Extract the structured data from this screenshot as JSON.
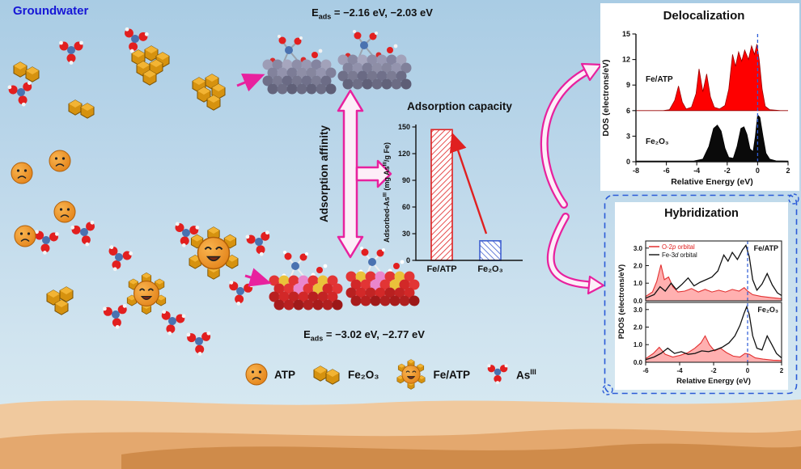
{
  "scene": {
    "groundwater_label": "Groundwater",
    "adsorption_affinity_label": "Adsorption affinity",
    "eads_top": {
      "base": "E",
      "sub": "ads",
      "rest": " = −2.16 eV,  −2.03 eV"
    },
    "eads_bottom": {
      "base": "E",
      "sub": "ads",
      "rest": " = −3.02 eV,  −2.77 eV"
    }
  },
  "legend": {
    "atp": "ATP",
    "fe2o3": "Fe₂O₃",
    "featp": "Fe/ATP",
    "as_base": "As",
    "as_sup": "III"
  },
  "icons": {
    "atp": "sad-face-orange-sphere",
    "featp": "happy-face-sphere-with-hexagons",
    "fe2o3": "gold-hexagonal-crystal",
    "as": "arsenite-ball-and-stick-molecule",
    "link_arrows": "magenta-outline-curved-arrows"
  },
  "colors": {
    "magenta_accent": "#e8219e",
    "bar_red": "#e02020",
    "bar_blue": "#4060d0",
    "dos_red": "#fe0000",
    "dos_black": "#0a0a0a",
    "dashed_blue": "#2b5bd7",
    "groundwater_text": "#1616d6",
    "sand": "#f0c99e"
  },
  "chart_data": [
    {
      "id": "adsorption_capacity",
      "type": "bar",
      "title": "Adsorption capacity",
      "categories": [
        "Fe/ATP",
        "Fe₂O₃"
      ],
      "values": [
        147,
        22
      ],
      "ylim": [
        0,
        150
      ],
      "yticks": [
        "0",
        "30",
        "60",
        "90",
        "120",
        "150"
      ],
      "ylabel_parts": {
        "p1": "Adsorbed-As",
        "sup1": "III",
        "p2": " (mg As",
        "sup2": "III",
        "p3": "/g Fe)"
      },
      "bar_colors": [
        "#e02020",
        "#4060d0"
      ],
      "grid": false,
      "annotation": "red arrow from Fe2O3 bar up to Fe/ATP bar"
    },
    {
      "id": "dos",
      "type": "area",
      "title": "Delocalization",
      "xlabel": "Relative Energy (eV)",
      "ylabel": "DOS (electrons/eV)",
      "xlim": [
        -8,
        2
      ],
      "ylim": [
        0,
        15
      ],
      "xticks": [
        "-8",
        "-6",
        "-4",
        "-2",
        "0",
        "2"
      ],
      "yticks": [
        "0",
        "3",
        "6",
        "9",
        "12",
        "15"
      ],
      "fermi_x": 0,
      "series": [
        {
          "name": "Fe/ATP",
          "color": "#fe0000",
          "baseline": 6,
          "points": [
            [
              -8,
              6.0
            ],
            [
              -6.2,
              6.0
            ],
            [
              -5.8,
              6.1
            ],
            [
              -5.45,
              7.2
            ],
            [
              -5.2,
              8.9
            ],
            [
              -4.95,
              7.0
            ],
            [
              -4.7,
              6.2
            ],
            [
              -4.35,
              6.4
            ],
            [
              -4.05,
              8.0
            ],
            [
              -3.85,
              10.9
            ],
            [
              -3.6,
              8.2
            ],
            [
              -3.35,
              10.3
            ],
            [
              -3.1,
              7.6
            ],
            [
              -2.85,
              6.4
            ],
            [
              -2.5,
              6.2
            ],
            [
              -2.15,
              6.6
            ],
            [
              -1.9,
              8.5
            ],
            [
              -1.65,
              12.6
            ],
            [
              -1.45,
              11.2
            ],
            [
              -1.25,
              12.9
            ],
            [
              -1.05,
              11.8
            ],
            [
              -0.85,
              13.1
            ],
            [
              -0.6,
              12.0
            ],
            [
              -0.4,
              13.6
            ],
            [
              -0.2,
              12.6
            ],
            [
              -0.05,
              13.8
            ],
            [
              0.1,
              12.0
            ],
            [
              0.3,
              8.5
            ],
            [
              0.5,
              6.5
            ],
            [
              0.8,
              6.1
            ],
            [
              1.5,
              6.0
            ],
            [
              2,
              6.0
            ]
          ]
        },
        {
          "name": "Fe₂O₃",
          "color": "#0a0a0a",
          "baseline": 0,
          "points": [
            [
              -8,
              0.08
            ],
            [
              -4.2,
              0.08
            ],
            [
              -3.6,
              0.3
            ],
            [
              -3.2,
              1.8
            ],
            [
              -2.9,
              3.9
            ],
            [
              -2.65,
              4.3
            ],
            [
              -2.4,
              3.6
            ],
            [
              -2.15,
              1.6
            ],
            [
              -1.9,
              0.5
            ],
            [
              -1.6,
              0.4
            ],
            [
              -1.35,
              1.8
            ],
            [
              -1.1,
              3.9
            ],
            [
              -0.9,
              4.1
            ],
            [
              -0.7,
              3.2
            ],
            [
              -0.5,
              1.5
            ],
            [
              -0.3,
              1.2
            ],
            [
              -0.15,
              3.0
            ],
            [
              0,
              5.5
            ],
            [
              0.15,
              5.2
            ],
            [
              0.35,
              3.0
            ],
            [
              0.55,
              1.0
            ],
            [
              0.8,
              0.3
            ],
            [
              1.2,
              0.1
            ],
            [
              2,
              0.08
            ]
          ]
        }
      ]
    },
    {
      "id": "pdos",
      "type": "area",
      "title": "Hybridization",
      "xlabel": "Relative Energy (eV)",
      "ylabel": "PDOS (electrons/eV)",
      "xlim": [
        -6,
        2
      ],
      "ylim": [
        0,
        3.4
      ],
      "xticks": [
        "-6",
        "-4",
        "-2",
        "0",
        "2"
      ],
      "yticks": [
        "0.0",
        "1.0",
        "2.0",
        "3.0"
      ],
      "fermi_x": 0,
      "legend": {
        "o2p": {
          "pre": "O-2",
          "it": "p",
          "post": " orbital"
        },
        "fe3d": {
          "pre": "Fe-3",
          "it": "d",
          "post": " orbital"
        }
      },
      "panels": [
        {
          "label": "Fe/ATP",
          "series": [
            {
              "name": "O-2p orbital",
              "color": "#e02020",
              "fill": true,
              "points": [
                [
                  -6,
                  0.25
                ],
                [
                  -5.6,
                  0.5
                ],
                [
                  -5.35,
                  1.1
                ],
                [
                  -5.1,
                  2.05
                ],
                [
                  -4.9,
                  1.2
                ],
                [
                  -4.65,
                  1.35
                ],
                [
                  -4.4,
                  0.8
                ],
                [
                  -4.1,
                  0.5
                ],
                [
                  -3.7,
                  0.55
                ],
                [
                  -3.3,
                  0.7
                ],
                [
                  -2.9,
                  0.5
                ],
                [
                  -2.5,
                  0.65
                ],
                [
                  -2.1,
                  0.5
                ],
                [
                  -1.7,
                  0.6
                ],
                [
                  -1.3,
                  0.5
                ],
                [
                  -0.9,
                  0.65
                ],
                [
                  -0.5,
                  0.55
                ],
                [
                  -0.2,
                  0.75
                ],
                [
                  0,
                  0.55
                ],
                [
                  0.3,
                  0.35
                ],
                [
                  0.8,
                  0.25
                ],
                [
                  1.4,
                  0.18
                ],
                [
                  2,
                  0.12
                ]
              ]
            },
            {
              "name": "Fe-3d orbital",
              "color": "#111111",
              "fill": false,
              "points": [
                [
                  -6,
                  0.15
                ],
                [
                  -5.5,
                  0.35
                ],
                [
                  -5.15,
                  0.8
                ],
                [
                  -4.85,
                  0.55
                ],
                [
                  -4.5,
                  1.0
                ],
                [
                  -4.2,
                  0.65
                ],
                [
                  -3.85,
                  0.95
                ],
                [
                  -3.5,
                  1.3
                ],
                [
                  -3.15,
                  0.85
                ],
                [
                  -2.8,
                  1.05
                ],
                [
                  -2.45,
                  1.2
                ],
                [
                  -2.1,
                  1.35
                ],
                [
                  -1.75,
                  1.7
                ],
                [
                  -1.4,
                  2.6
                ],
                [
                  -1.15,
                  2.25
                ],
                [
                  -0.9,
                  2.75
                ],
                [
                  -0.6,
                  2.35
                ],
                [
                  -0.3,
                  2.9
                ],
                [
                  -0.1,
                  3.15
                ],
                [
                  0.1,
                  2.5
                ],
                [
                  0.3,
                  1.2
                ],
                [
                  0.55,
                  0.6
                ],
                [
                  0.85,
                  0.95
                ],
                [
                  1.15,
                  1.55
                ],
                [
                  1.45,
                  0.9
                ],
                [
                  1.75,
                  0.45
                ],
                [
                  2,
                  0.3
                ]
              ]
            }
          ]
        },
        {
          "label": "Fe₂O₃",
          "series": [
            {
              "name": "O-2p orbital",
              "color": "#e02020",
              "fill": true,
              "points": [
                [
                  -6,
                  0.2
                ],
                [
                  -5.55,
                  0.5
                ],
                [
                  -5.2,
                  0.85
                ],
                [
                  -4.85,
                  0.45
                ],
                [
                  -4.4,
                  0.3
                ],
                [
                  -3.95,
                  0.4
                ],
                [
                  -3.5,
                  0.55
                ],
                [
                  -3.1,
                  0.8
                ],
                [
                  -2.75,
                  1.1
                ],
                [
                  -2.5,
                  1.5
                ],
                [
                  -2.25,
                  1.0
                ],
                [
                  -1.95,
                  0.65
                ],
                [
                  -1.6,
                  0.8
                ],
                [
                  -1.25,
                  0.55
                ],
                [
                  -0.85,
                  0.35
                ],
                [
                  -0.45,
                  0.3
                ],
                [
                  -0.15,
                  0.5
                ],
                [
                  0.1,
                  0.45
                ],
                [
                  0.45,
                  0.25
                ],
                [
                  0.9,
                  0.18
                ],
                [
                  1.5,
                  0.12
                ],
                [
                  2,
                  0.1
                ]
              ]
            },
            {
              "name": "Fe-3d orbital",
              "color": "#111111",
              "fill": false,
              "points": [
                [
                  -6,
                  0.15
                ],
                [
                  -5.5,
                  0.3
                ],
                [
                  -5.1,
                  0.5
                ],
                [
                  -4.7,
                  0.8
                ],
                [
                  -4.3,
                  0.5
                ],
                [
                  -3.9,
                  0.6
                ],
                [
                  -3.5,
                  0.45
                ],
                [
                  -3.1,
                  0.5
                ],
                [
                  -2.7,
                  0.65
                ],
                [
                  -2.3,
                  0.6
                ],
                [
                  -1.9,
                  0.7
                ],
                [
                  -1.5,
                  0.85
                ],
                [
                  -1.1,
                  1.1
                ],
                [
                  -0.75,
                  1.5
                ],
                [
                  -0.45,
                  2.1
                ],
                [
                  -0.2,
                  2.8
                ],
                [
                  -0.05,
                  3.15
                ],
                [
                  0.1,
                  2.7
                ],
                [
                  0.3,
                  1.5
                ],
                [
                  0.55,
                  0.8
                ],
                [
                  0.85,
                  0.7
                ],
                [
                  1.15,
                  1.5
                ],
                [
                  1.4,
                  1.05
                ],
                [
                  1.7,
                  0.5
                ],
                [
                  2,
                  0.25
                ]
              ]
            }
          ]
        }
      ]
    }
  ]
}
